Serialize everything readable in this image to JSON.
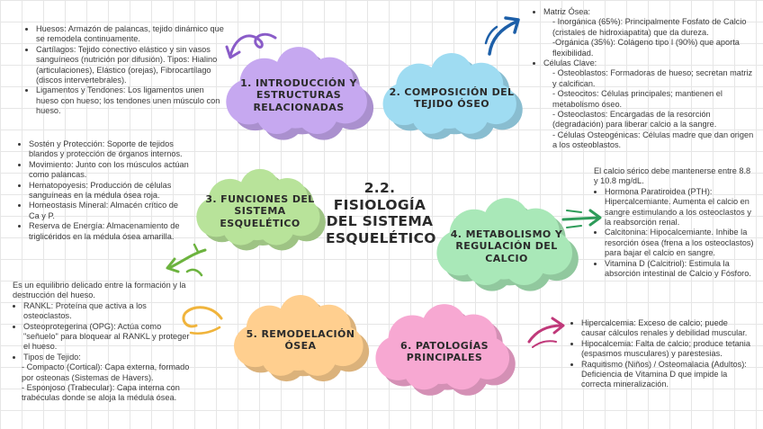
{
  "center_title": "2.2.\nFISIOLOGÍA\nDEL SISTEMA\nESQUELÉTICO",
  "nodes": [
    {
      "id": "n1",
      "label": "1. INTRODUCCIÓN Y\nESTRUCTURAS\nRELACIONADAS",
      "color": "#c6a8f0"
    },
    {
      "id": "n2",
      "label": "2. COMPOSICIÓN DEL\nTEJIDO ÓSEO",
      "color": "#9fdcf2"
    },
    {
      "id": "n3",
      "label": "3. FUNCIONES DEL\nSISTEMA\nESQUELÉTICO",
      "color": "#b8e39a"
    },
    {
      "id": "n4",
      "label": "4. METABOLISMO Y\nREGULACIÓN DEL\nCALCIO",
      "color": "#a9e8b8"
    },
    {
      "id": "n5",
      "label": "5. REMODELACIÓN\nÓSEA",
      "color": "#ffcf8f"
    },
    {
      "id": "n6",
      "label": "6. PATOLOGÍAS\nPRINCIPALES",
      "color": "#f7a8d2"
    }
  ],
  "intro": {
    "bullets": [
      "Huesos: Armazón de palancas, tejido dinámico que se remodela continuamente.",
      "Cartílagos: Tejido conectivo elástico y sin vasos sanguíneos (nutrición por difusión). Tipos: Hialino (articulaciones), Elástico (orejas), Fibrocartílago (discos intervertebrales).",
      "Ligamentos y Tendones: Los ligamentos unen hueso con hueso; los tendones unen músculo con hueso."
    ]
  },
  "composicion": {
    "matriz": "Matriz Ósea:",
    "inorganica": "- Inorgánica (65%): Principalmente Fosfato de Calcio (cristales de hidroxiapatita) que da dureza.",
    "organica": "-Orgánica (35%): Colágeno tipo I (90%) que aporta flexibilidad.",
    "celulas": "Células Clave:",
    "osteoblastos": "- Osteoblastos: Formadoras de hueso; secretan matriz y calcifican.",
    "osteocitos": "- Osteocitos: Células principales; mantienen el metabolismo óseo.",
    "osteoclastos": "- Osteoclastos: Encargadas de la resorción (degradación) para liberar calcio a la sangre.",
    "osteogenicas": "- Células Osteogénicas: Células madre que dan origen a los osteoblastos."
  },
  "funciones": {
    "bullets": [
      "Sostén y Protección: Soporte de tejidos blandos y protección de órganos internos.",
      "Movimiento: Junto con los músculos actúan como palancas.",
      "Hematopoyesis: Producción de células sanguíneas en la médula ósea roja.",
      "Homeostasis Mineral: Almacén crítico de Ca y P.",
      "Reserva de Energía: Almacenamiento de triglicéridos en la médula ósea amarilla."
    ]
  },
  "metabolismo": {
    "intro": "El calcio sérico debe mantenerse entre 8.8 y 10.8 mg/dL.",
    "bullets": [
      "Hormona Paratiroidea (PTH): Hipercalcemiante. Aumenta el calcio en sangre estimulando a los osteoclastos y la reabsorción renal.",
      "Calcitonina: Hipocalcemiante. Inhibe la resorción ósea (frena a los osteoclastos) para bajar el calcio en sangre.",
      "Vitamina D (Calcitriol): Estimula la absorción intestinal de Calcio y Fósforo."
    ]
  },
  "remodelacion": {
    "intro": "Es un equilibrio delicado entre la formación y la destrucción del hueso.",
    "bullets": [
      "RANKL: Proteína que activa a los osteoclastos.",
      "Osteoprotegerina (OPG): Actúa como \"señuelo\" para bloquear al RANKL y proteger el hueso.",
      "Tipos de Tejido:"
    ],
    "compacto": "- Compacto (Cortical): Capa externa, formado por osteonas (Sistemas de Havers).",
    "esponjoso": "- Esponjoso (Trabecular): Capa interna con trabéculas donde se aloja la médula ósea."
  },
  "patologias": {
    "bullets": [
      "Hipercalcemia: Exceso de calcio; puede causar cálculos renales y debilidad muscular.",
      "Hipocalcemia: Falta de calcio; produce tetania (espasmos musculares) y parestesias.",
      "Raquitismo (Niños) / Osteomalacia (Adultos): Deficiencia de Vitamina D que impide la correcta mineralización."
    ]
  }
}
